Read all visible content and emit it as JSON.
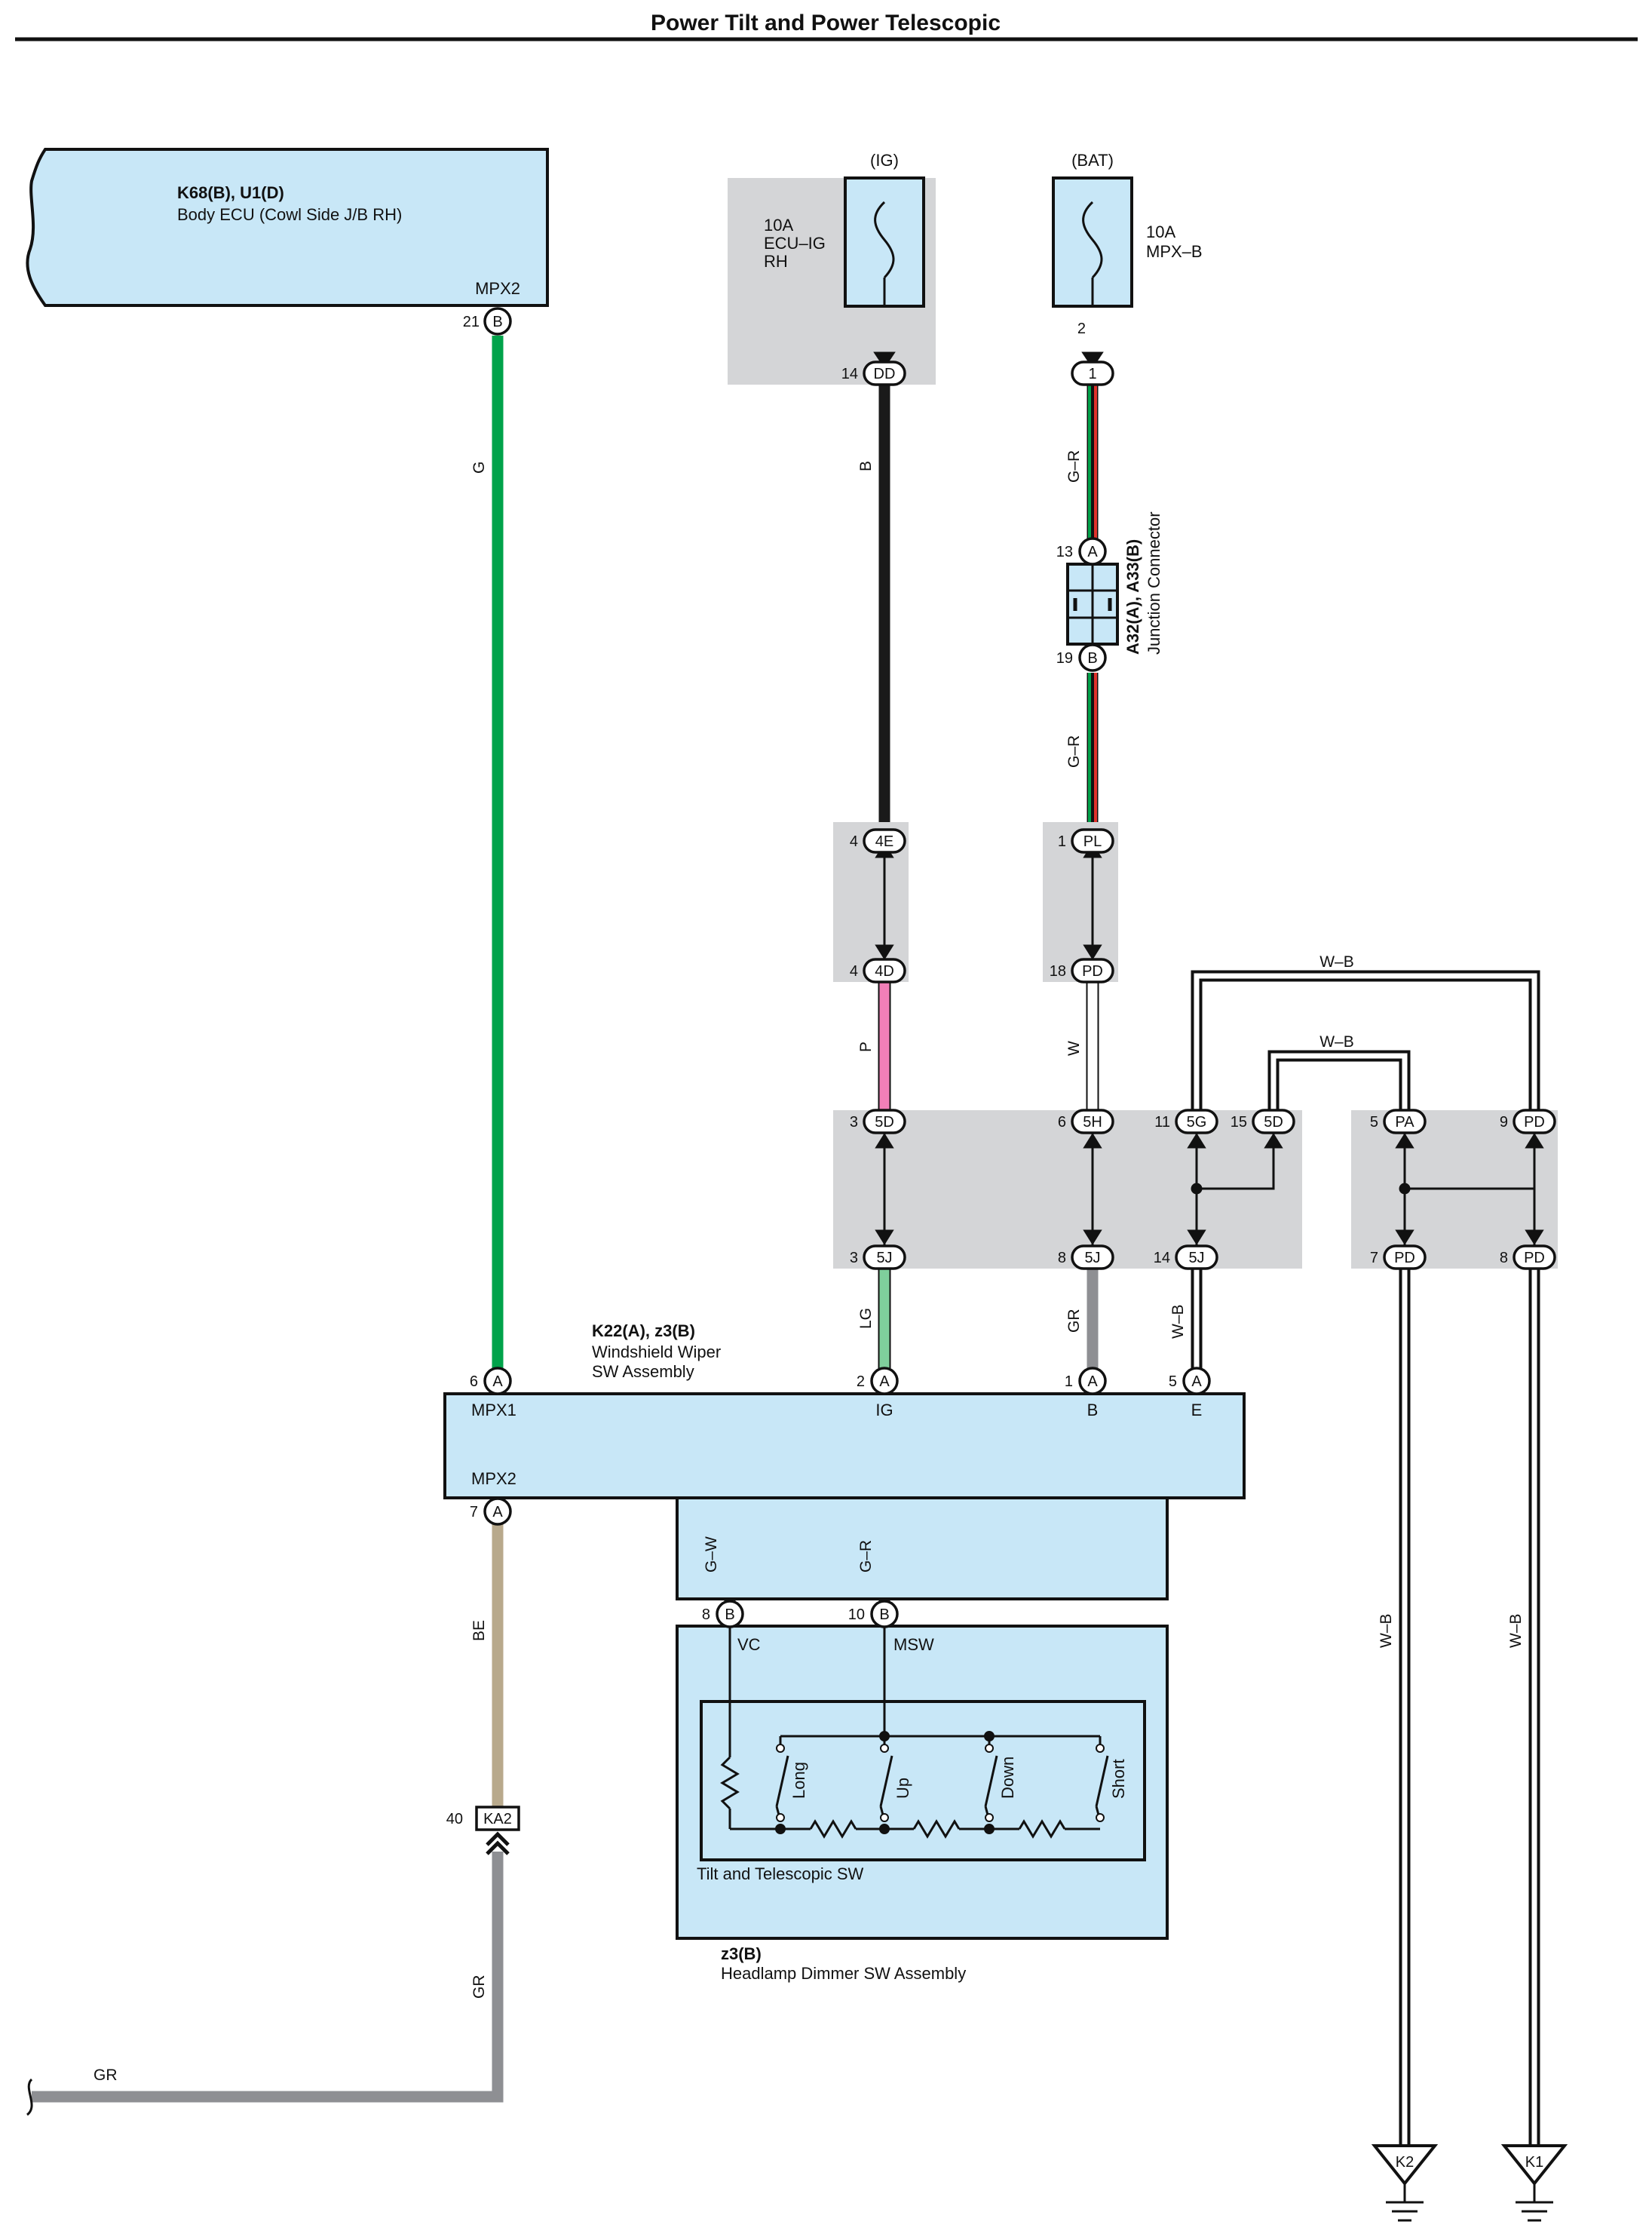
{
  "title": "Power Tilt and Power Telescopic",
  "colors": {
    "component_fill": "#c8e7f7",
    "junction_block_fill": "#d4d5d7",
    "wire_green": "#00a34a",
    "wire_black": "#1a1a1a",
    "wire_red": "#e0322b",
    "wire_pink": "#f27fb8",
    "wire_light_green": "#7fcf9c",
    "wire_gray": "#8e8f93",
    "wire_beige": "#b8a98c",
    "wire_white": "#ffffff"
  },
  "components": {
    "body_ecu": {
      "code": "K68(B), U1(D)",
      "name": "Body ECU (Cowl Side J/B RH)",
      "terminal": "MPX2"
    },
    "fuse_ig": {
      "source": "(IG)",
      "rating": "10A",
      "name_line1": "ECU–IG",
      "name_line2": "RH"
    },
    "fuse_bat": {
      "source": "(BAT)",
      "rating": "10A",
      "name": "MPX–B"
    },
    "junction_connector": {
      "code": "A32(A), A33(B)",
      "name": "Junction Connector"
    },
    "wiper_sw": {
      "code": "K22(A), z3(B)",
      "name_line1": "Windshield Wiper",
      "name_line2": "SW Assembly",
      "terminals": {
        "mpx1": "MPX1",
        "ig": "IG",
        "b": "B",
        "e": "E",
        "mpx2": "MPX2"
      }
    },
    "tilt_sw": {
      "name": "Tilt and Telescopic SW",
      "vc": "VC",
      "msw": "MSW",
      "switches": [
        "Long",
        "Up",
        "Down",
        "Short"
      ]
    },
    "headlamp_sw": {
      "code": "z3(B)",
      "name": "Headlamp Dimmer SW Assembly"
    }
  },
  "pins": {
    "ecu_b": "B",
    "ecu_b_num": "21",
    "dd": "DD",
    "dd_num": "14",
    "p1": "1",
    "p1_num": "2",
    "ja": "A",
    "ja_num": "13",
    "jb": "B",
    "jb_num": "19",
    "e4": "4E",
    "e4_num": "4",
    "d4": "4D",
    "d4_num": "4",
    "pl": "PL",
    "pl_num": "1",
    "pd18": "PD",
    "pd18_num": "18",
    "d5": "5D",
    "d5_num": "3",
    "h5": "5H",
    "h5_num": "6",
    "g5": "5G",
    "g5_num": "11",
    "d5b": "5D",
    "d5b_num": "15",
    "pa": "PA",
    "pa_num": "5",
    "pd9": "PD",
    "pd9_num": "9",
    "j5a": "5J",
    "j5a_num": "3",
    "j5b": "5J",
    "j5b_num": "8",
    "j5c": "5J",
    "j5c_num": "14",
    "pd7": "PD",
    "pd7_num": "7",
    "pd8": "PD",
    "pd8_num": "8",
    "wa6": "A",
    "wa6_num": "6",
    "wa2": "A",
    "wa2_num": "2",
    "wa1": "A",
    "wa1_num": "1",
    "wa5": "A",
    "wa5_num": "5",
    "wa7": "A",
    "wa7_num": "7",
    "hb8": "B",
    "hb8_num": "8",
    "hb10": "B",
    "hb10_num": "10",
    "ka2": "KA2",
    "ka2_num": "40"
  },
  "wires": {
    "g": "G",
    "b": "B",
    "gr1": "G–R",
    "gr2": "G–R",
    "p": "P",
    "w": "W",
    "wb_top": "W–B",
    "wb_mid": "W–B",
    "lg": "LG",
    "gr_gray": "GR",
    "wb_e": "W–B",
    "gw": "G–W",
    "gr_red": "G–R",
    "be": "BE",
    "gr_bottom": "GR",
    "gr_left": "GR",
    "wb_k2": "W–B",
    "wb_k1": "W–B"
  },
  "grounds": {
    "k2": "K2",
    "k1": "K1"
  }
}
